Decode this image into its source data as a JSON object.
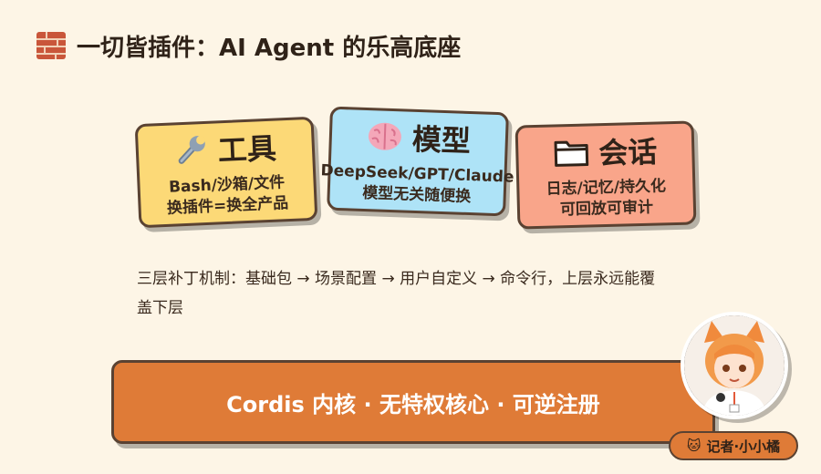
{
  "title": "一切皆插件：AI Agent 的乐高底座",
  "cards": [
    {
      "title": "工具",
      "icon": "wrench-icon",
      "lines": [
        "Bash/沙箱/文件",
        "换插件=换全产品"
      ],
      "color": "#fcd977"
    },
    {
      "title": "模型",
      "icon": "brain-icon",
      "lines": [
        "DeepSeek/GPT/Claude",
        "模型无关随便换"
      ],
      "color": "#aee3f7"
    },
    {
      "title": "会话",
      "icon": "folder-icon",
      "lines": [
        "日志/记忆/持久化",
        "可回放可审计"
      ],
      "color": "#f9a58a"
    }
  ],
  "note": "三层补丁机制：基础包 → 场景配置 → 用户自定义 → 命令行，上层永远能覆盖下层",
  "kernel": "Cordis 内核 · 无特权核心 · 可逆注册",
  "badge": "记者·小小橘",
  "colors": {
    "background": "#fdf5e6",
    "kernel": "#df7b37",
    "border": "#5a4232"
  }
}
